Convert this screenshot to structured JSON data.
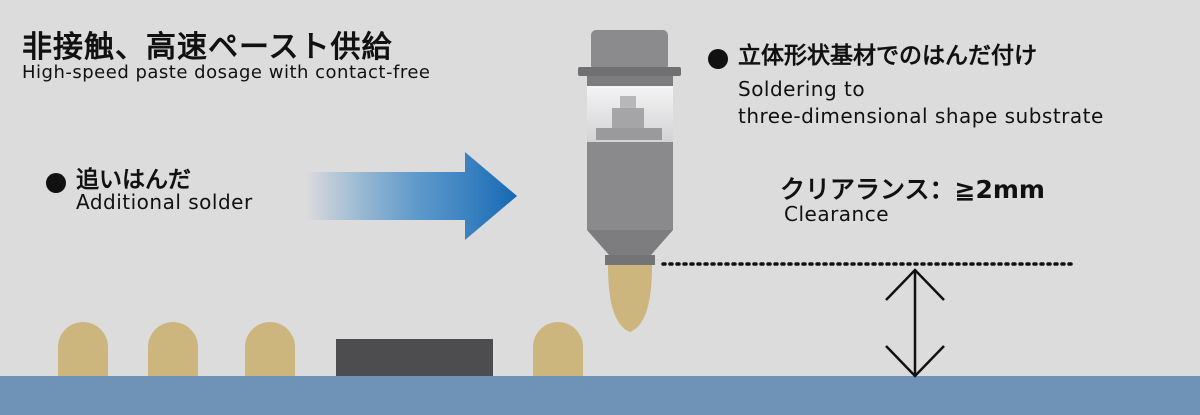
{
  "title": {
    "jp": "非接触、高速ペースト供給",
    "en": "High-speed paste dosage with contact-free"
  },
  "additional_solder": {
    "jp": "追いはんだ",
    "en": "Additional solder"
  },
  "three_d": {
    "jp": "立体形状基材でのはんだ付け",
    "en_line1": "Soldering to",
    "en_line2": "three-dimensional shape substrate"
  },
  "clearance": {
    "jp": "クリアランス：≧2mm",
    "en": "Clearance"
  },
  "colors": {
    "background": "#dcdcdd",
    "substrate": "#6e93b7",
    "solder": "#cdb67e",
    "component": "#4d4d4f",
    "nozzle": "#8a8a8c",
    "arrow": "#1b75bc"
  }
}
